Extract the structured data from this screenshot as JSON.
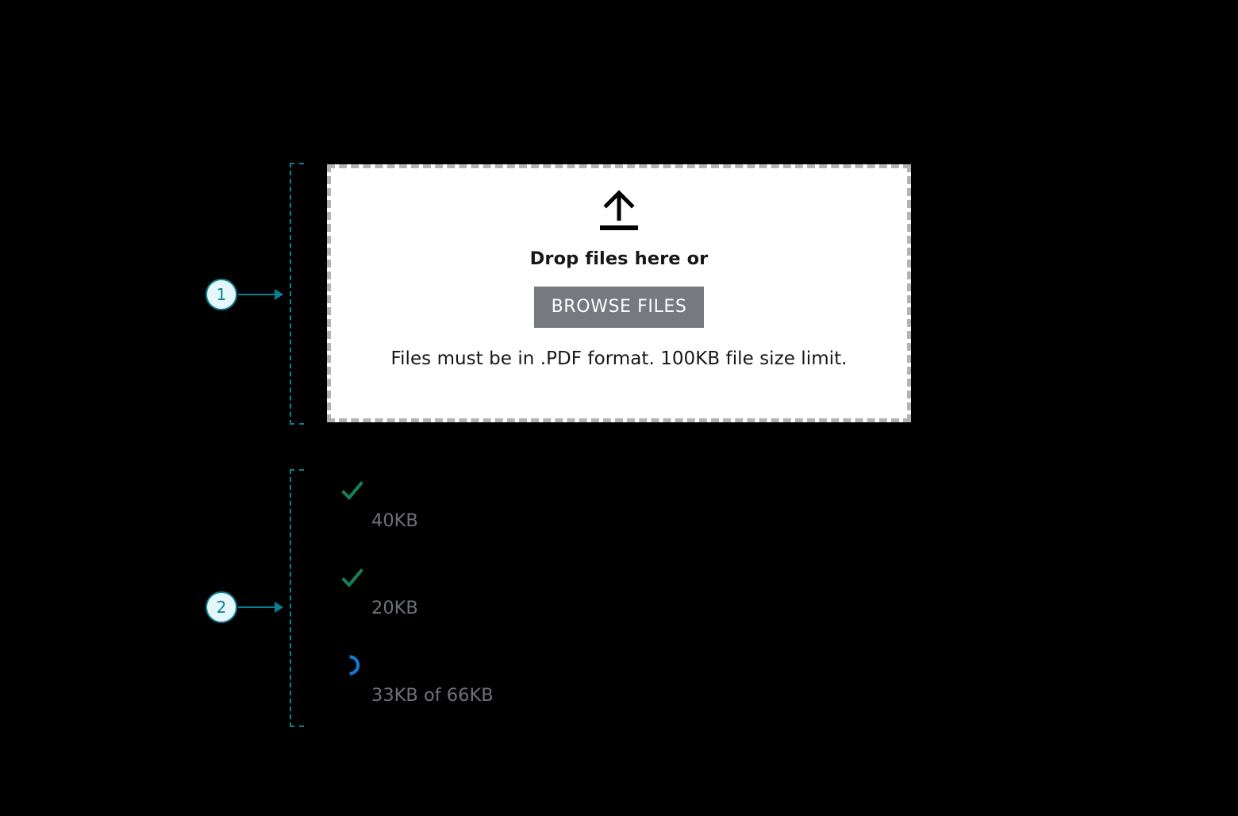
{
  "annotations": [
    {
      "number": "1",
      "target": "upload-dropzone",
      "circle_fill": "#e4f7fb",
      "circle_stroke": "#0d7f92"
    },
    {
      "number": "2",
      "target": "uploaded-files-list",
      "circle_fill": "#e4f7fb",
      "circle_stroke": "#0d7f92"
    }
  ],
  "dropzone": {
    "icon": "upload-arrow-icon",
    "title": "Drop files here or",
    "browse_label": "BROWSE FILES",
    "hint": "Files must be in .PDF format. 100KB file size limit.",
    "border_color": "#b3b3b3",
    "background": "#ffffff",
    "button_color": "#76797e"
  },
  "files": [
    {
      "status": "complete",
      "status_icon": "check-icon",
      "status_color": "#12815c",
      "name": "",
      "meta": "40KB"
    },
    {
      "status": "complete",
      "status_icon": "check-icon",
      "status_color": "#12815c",
      "name": "",
      "meta": "20KB"
    },
    {
      "status": "uploading",
      "status_icon": "spinner-icon",
      "status_color": "#0b7bd4",
      "name": "",
      "meta": "33KB of 66KB"
    }
  ],
  "colors": {
    "page_background": "#000000",
    "accent_teal": "#0d7f92",
    "meta_text": "#6d7278",
    "success_green": "#12815c",
    "progress_blue": "#0b7bd4"
  }
}
